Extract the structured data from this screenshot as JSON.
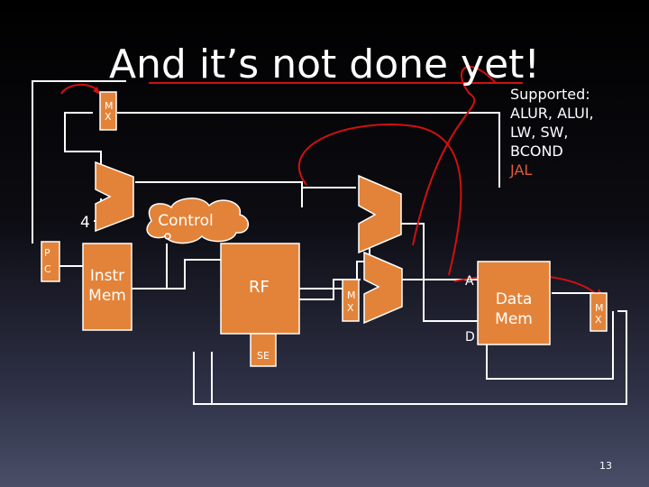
{
  "slide": {
    "title": "And it’s not done yet!",
    "supported": [
      "Supported:",
      "ALUR, ALUI,",
      "LW, SW,",
      "BCOND"
    ],
    "supported_highlight": "JAL",
    "page_number": "13"
  },
  "blocks": {
    "mux_top_m": "M",
    "mux_top_x": "X",
    "const_four": "4",
    "pc_p": "P",
    "pc_c": "C",
    "instr_mem_line1": "Instr",
    "instr_mem_line2": "Mem",
    "control": "Control",
    "rf": "RF",
    "mux_mid_m": "M",
    "mux_mid_x": "X",
    "data_mem_line1": "Data",
    "data_mem_line2": "Mem",
    "addr_label": "A",
    "data_label": "D",
    "mux_right_m": "M",
    "mux_right_x": "X",
    "sign_extend": "SE"
  },
  "colors": {
    "block_fill": "#e38339",
    "wire": "#ffffff",
    "highlight_wire": "#d01010",
    "jal_text": "#e05a3a"
  }
}
